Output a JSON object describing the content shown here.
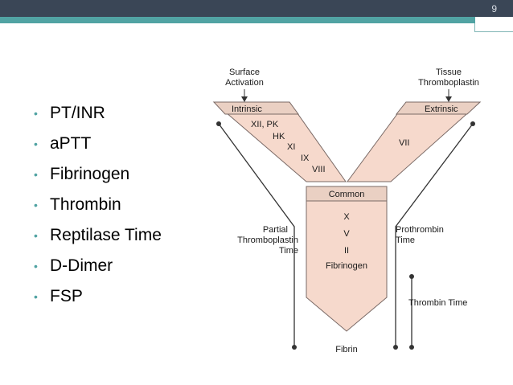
{
  "slide": {
    "number": "9"
  },
  "bullets": [
    "PT/INR",
    "aPTT",
    "Fibrinogen",
    "Thrombin",
    "Reptilase Time",
    "D-Dimer",
    "FSP"
  ],
  "diagram": {
    "surface_activation": [
      "Surface",
      "Activation"
    ],
    "tissue_thromboplastin": [
      "Tissue",
      "Thromboplastin"
    ],
    "intrinsic": {
      "title": "Intrinsic",
      "factors": [
        "XII, PK",
        "HK",
        "XI",
        "IX",
        "VIII"
      ]
    },
    "extrinsic": {
      "title": "Extrinsic",
      "factors": [
        "VII"
      ]
    },
    "common": {
      "title": "Common",
      "factors": [
        "X",
        "V",
        "II",
        "Fibrinogen"
      ]
    },
    "ptt_label": [
      "Partial",
      "Thromboplastin",
      "Time"
    ],
    "pt_label": [
      "Prothrombin",
      "Time"
    ],
    "tt_label": "Thrombin Time",
    "fibrin": "Fibrin"
  },
  "colors": {
    "fill": "#f6d9cc",
    "header": "#ead0c3",
    "stroke": "#7a6a66",
    "accent": "#51a3a3",
    "bar": "#3a4656"
  }
}
